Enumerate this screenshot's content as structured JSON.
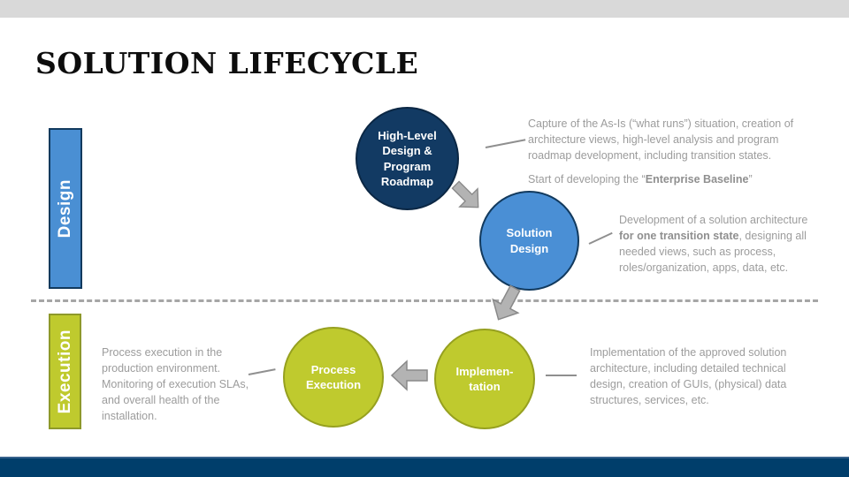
{
  "slide": {
    "title": "SOLUTION LIFECYCLE"
  },
  "phases": {
    "design": {
      "label": "Design",
      "color": "#4a8fd3"
    },
    "execution": {
      "label": "Execution",
      "color": "#bfca2e"
    }
  },
  "stages": {
    "high_level_design": {
      "label": "High-Level\nDesign &\nProgram\nRoadmap",
      "color": "#123a63"
    },
    "solution_design": {
      "label": "Solution\nDesign",
      "color": "#4a8fd5"
    },
    "implementation": {
      "label": "Implemen-\ntation",
      "color": "#bfca2e"
    },
    "process_execution": {
      "label": "Process\nExecution",
      "color": "#bfca2e"
    }
  },
  "annotations": {
    "high_level_design": {
      "p1": [
        {
          "t": "Capture of the As-Is (“what runs”) situation, creation of"
        },
        {
          "br": true
        },
        {
          "t": "architecture views, high-level analysis and program"
        },
        {
          "br": true
        },
        {
          "t": "roadmap development, including transition states."
        }
      ],
      "p2": [
        {
          "t": "Start of developing the “"
        },
        {
          "t": "Enterprise Baseline",
          "b": true
        },
        {
          "t": "”"
        }
      ]
    },
    "solution_design": {
      "p1": [
        {
          "t": "Development of a solution architecture"
        },
        {
          "br": true
        },
        {
          "t": "for one transition state",
          "b": true
        },
        {
          "t": ", designing all"
        },
        {
          "br": true
        },
        {
          "t": "needed views, such as process,"
        },
        {
          "br": true
        },
        {
          "t": "roles/organization, apps, data, etc."
        }
      ]
    },
    "implementation": {
      "p1": [
        {
          "t": "Implementation of the approved solution"
        },
        {
          "br": true
        },
        {
          "t": "architecture, including detailed technical"
        },
        {
          "br": true
        },
        {
          "t": "design, creation of GUIs, (physical) data"
        },
        {
          "br": true
        },
        {
          "t": "structures, services, etc."
        }
      ]
    },
    "process_execution": {
      "p1": [
        {
          "t": "Process execution in the"
        },
        {
          "br": true
        },
        {
          "t": "production environment."
        },
        {
          "br": true
        },
        {
          "t": "Monitoring of execution SLAs,"
        },
        {
          "br": true
        },
        {
          "t": "and overall health of the"
        },
        {
          "br": true
        },
        {
          "t": "installation."
        }
      ]
    }
  },
  "icons": {
    "flow_arrow": "block-arrow",
    "callout_line": "leader-line"
  },
  "colors": {
    "top_bar": "#d9d9d9",
    "bottom_bar": "#003e6b",
    "navy_circle": "#123a63",
    "blue": "#4a8fd5",
    "green": "#bfca2e",
    "annotation_text": "#9c9c9c",
    "arrow_gray": "#b3b3b3",
    "divider_gray": "#a6a6a6",
    "title_black": "#0d0d0d"
  }
}
